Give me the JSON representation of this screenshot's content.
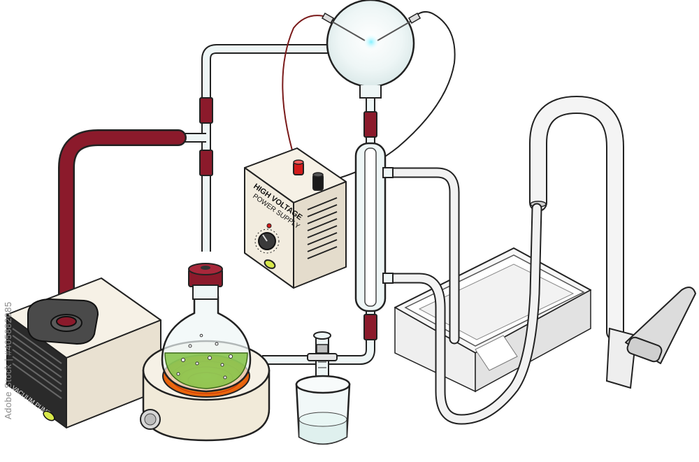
{
  "power_supply": {
    "line1": "HIGH VOLTAGE",
    "line2": "POWER SUPPLY"
  },
  "vacuum_pump": {
    "label": "VACUUM PUMP"
  },
  "watermark": "Adobe Stock | #405882085",
  "colors": {
    "tubing": "#8b1a2b",
    "glass": "#e8f3f3",
    "outline": "#1a1a1a",
    "heater_glow": "#ff9a1a",
    "liquid": "#7cbf3a",
    "led": "#d8e84a",
    "knob_red": "#d21c1c",
    "knob_black": "#1a1a1a"
  }
}
